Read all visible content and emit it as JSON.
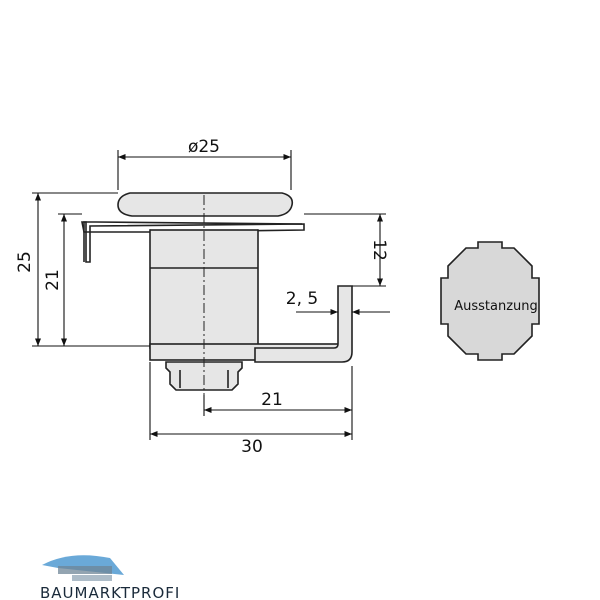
{
  "dimensions": {
    "diameter": "ø25",
    "total_height": "25",
    "body_height": "21",
    "cam_offset": "12",
    "cam_thickness": "2, 5",
    "cam_length_short": "21",
    "cam_length_long": "30"
  },
  "cutout": {
    "label": "Ausstanzung"
  },
  "brand": {
    "name": "BAUMARKTPROFI"
  },
  "colors": {
    "outline": "#222222",
    "metal_fill": "#e6e6e6",
    "cutout_fill": "#d8d8d8",
    "logo_blue": "#6aa9d8"
  }
}
